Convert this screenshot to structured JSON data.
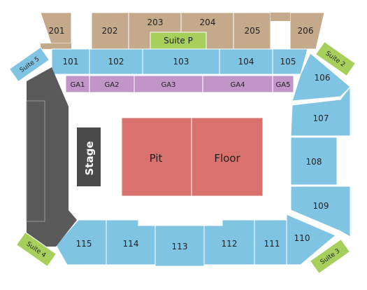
{
  "map": {
    "upper_sections": [
      "201",
      "202",
      "203",
      "204",
      "205",
      "206"
    ],
    "suite_p": "Suite P",
    "lower_sections": {
      "s101": "101",
      "s102": "102",
      "s103": "103",
      "s104": "104",
      "s105": "105",
      "s106": "106",
      "s107": "107",
      "s108": "108",
      "s109": "109",
      "s110": "110",
      "s111": "111",
      "s112": "112",
      "s113": "113",
      "s114": "114",
      "s115": "115"
    },
    "ga_sections": [
      "GA1",
      "GA2",
      "GA3",
      "GA4",
      "GA5"
    ],
    "stage": "Stage",
    "pit": "Pit",
    "floor": "Floor",
    "suites": {
      "suite_2": "Suite 2",
      "suite_3": "Suite 3",
      "suite_4": "Suite 4",
      "suite_5": "Suite 5"
    },
    "colors": {
      "upper": "#c4a98b",
      "lower": "#7fc4e3",
      "ga": "#c195c7",
      "suite": "#a7cf5c",
      "stage": "#4a4a4a",
      "pit_floor": "#d9726f",
      "side_block": "#5a5a5a"
    }
  }
}
